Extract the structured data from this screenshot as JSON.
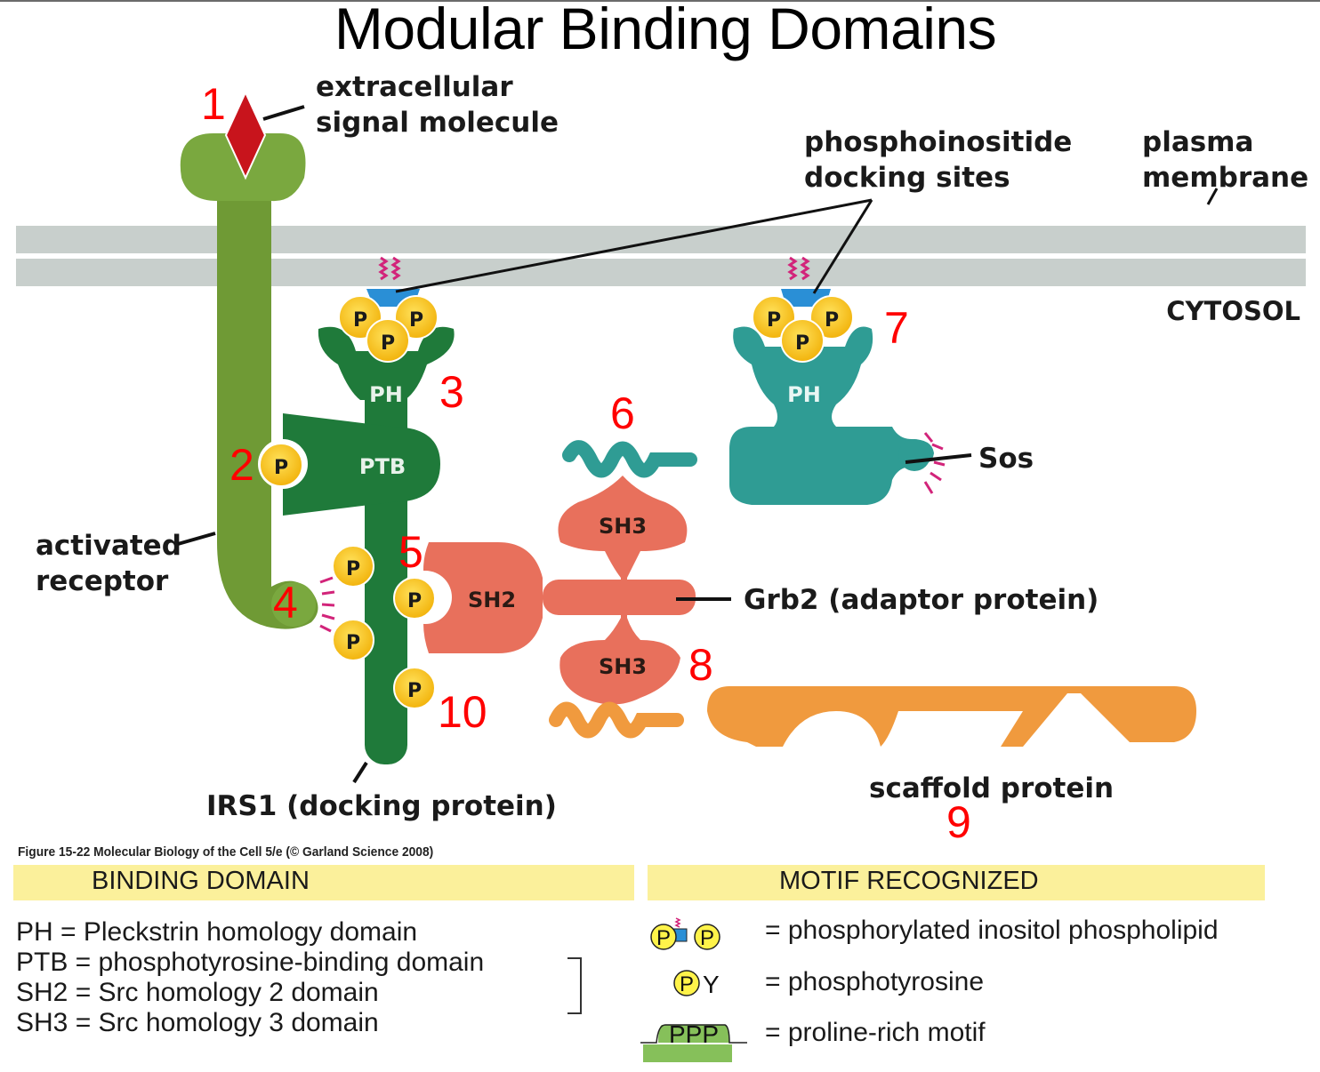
{
  "title": "Modular Binding Domains",
  "labels": {
    "signal": [
      "extracellular",
      "signal molecule"
    ],
    "docking_sites": [
      "phosphoinositide",
      "docking sites"
    ],
    "membrane": [
      "plasma",
      "membrane"
    ],
    "cytosol": "CYTOSOL",
    "receptor": [
      "activated",
      "receptor"
    ],
    "irs1": "IRS1 (docking protein)",
    "grb2": "Grb2 (adaptor protein)",
    "sos": "Sos",
    "scaffold": "scaffold protein"
  },
  "domains": {
    "ph_left": "PH",
    "ptb": "PTB",
    "sh2": "SH2",
    "sh3_top": "SH3",
    "sh3_bottom": "SH3",
    "ph_right": "PH",
    "phospho": "P"
  },
  "numbers": [
    "1",
    "2",
    "3",
    "4",
    "5",
    "6",
    "7",
    "8",
    "9",
    "10"
  ],
  "caption": "Figure 15-22  Molecular Biology of the Cell 5/e (© Garland Science 2008)",
  "legend": {
    "binding_header": "BINDING DOMAIN",
    "motif_header": "MOTIF RECOGNIZED",
    "binding_domains": [
      "PH = Pleckstrin homology domain",
      "PTB = phosphotyrosine-binding domain",
      "SH2 = Src homology 2 domain",
      "SH3 = Src homology 3 domain"
    ],
    "motifs": [
      {
        "symbol": "P-P",
        "text": "= phosphorylated inositol phospholipid"
      },
      {
        "symbol": "PY",
        "text": "= phosphotyrosine",
        "y_letter": "Y"
      },
      {
        "symbol": "PPP",
        "text": "= proline-rich motif"
      }
    ]
  },
  "colors": {
    "receptor": "#7aa83f",
    "irs1": "#1f7a3a",
    "sos": "#2f9c94",
    "grb2": "#e8705c",
    "scaffold": "#f09a3e",
    "phospho": "#f7c21b",
    "membrane": "#c8cfcc",
    "signal": "#c8141c",
    "lipid": "#d2247a",
    "inositol": "#2a8fd6",
    "number": "#ff0000",
    "band": "#fbf09b"
  }
}
